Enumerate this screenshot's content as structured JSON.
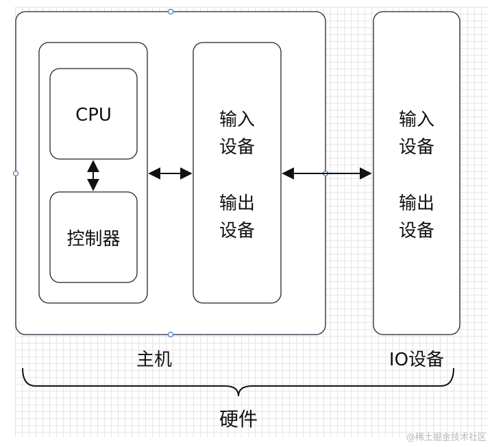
{
  "host": {
    "label": "主机",
    "cpu_label": "CPU",
    "controller_label": "控制器",
    "io_unit": {
      "line1": "输入",
      "line2": "设备",
      "line3": "输出",
      "line4": "设备"
    }
  },
  "io_device": {
    "label": "IO设备",
    "line1": "输入",
    "line2": "设备",
    "line3": "输出",
    "line4": "设备"
  },
  "hardware_label": "硬件",
  "watermark": "@稀土掘金技术社区",
  "colors": {
    "stroke": "#222222",
    "grid": "#e4e4e4",
    "handle": "#3b78c4",
    "watermark": "#b8b8b8"
  }
}
